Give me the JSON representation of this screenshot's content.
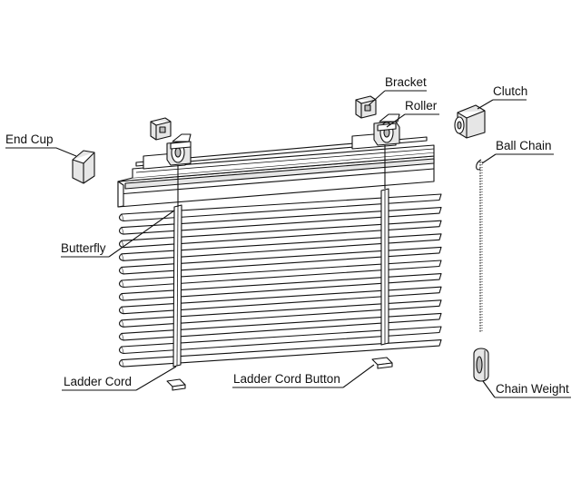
{
  "labels": {
    "end_cup": "End Cup",
    "bracket": "Bracket",
    "roller": "Roller",
    "clutch": "Clutch",
    "ball_chain": "Ball Chain",
    "butterfly": "Butterfly",
    "ladder_cord": "Ladder Cord",
    "ladder_cord_button": "Ladder Cord Button",
    "chain_weight": "Chain Weight"
  },
  "slat_count": 12
}
